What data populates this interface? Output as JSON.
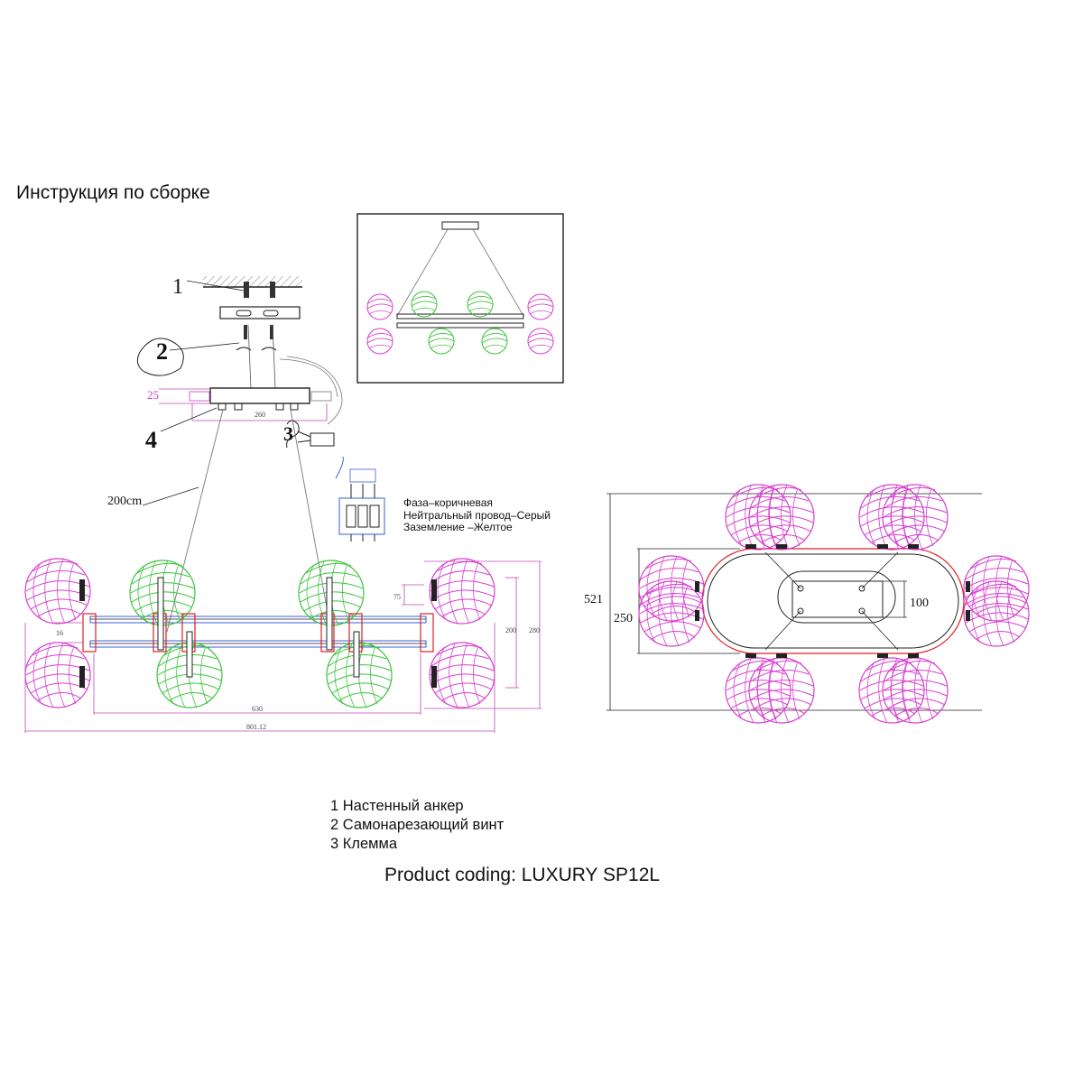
{
  "title": "Инструкция по сборке",
  "callouts": {
    "one": "1",
    "two": "2",
    "three": "3",
    "four": "4"
  },
  "dimensions": {
    "cable_length": "200cm",
    "canopy_height": "25",
    "canopy_width": "260",
    "top_height": "521",
    "top_inner_height": "250",
    "top_box_width": "100",
    "side_drop": "75",
    "side_small": "16",
    "side_height_1": "200",
    "side_height_2": "280",
    "length_inner": "630",
    "length_total": "801.12"
  },
  "wiring": {
    "phase": "Фаза–коричневая",
    "neutral": "Нейтральный провод–Серый",
    "ground": "Заземление –Желтое"
  },
  "parts": [
    "1 Настенный анкер",
    "2 Самонарезающий винт",
    "3 Клемма"
  ],
  "product_code": "Product coding: LUXURY SP12L",
  "colors": {
    "line": "#222222",
    "magenta_globe": "#d63fd0",
    "green_globe": "#3cc43c",
    "dimension_line": "#c24ab8",
    "red_accent": "#e02020",
    "blue_accent": "#3a5fd8"
  }
}
